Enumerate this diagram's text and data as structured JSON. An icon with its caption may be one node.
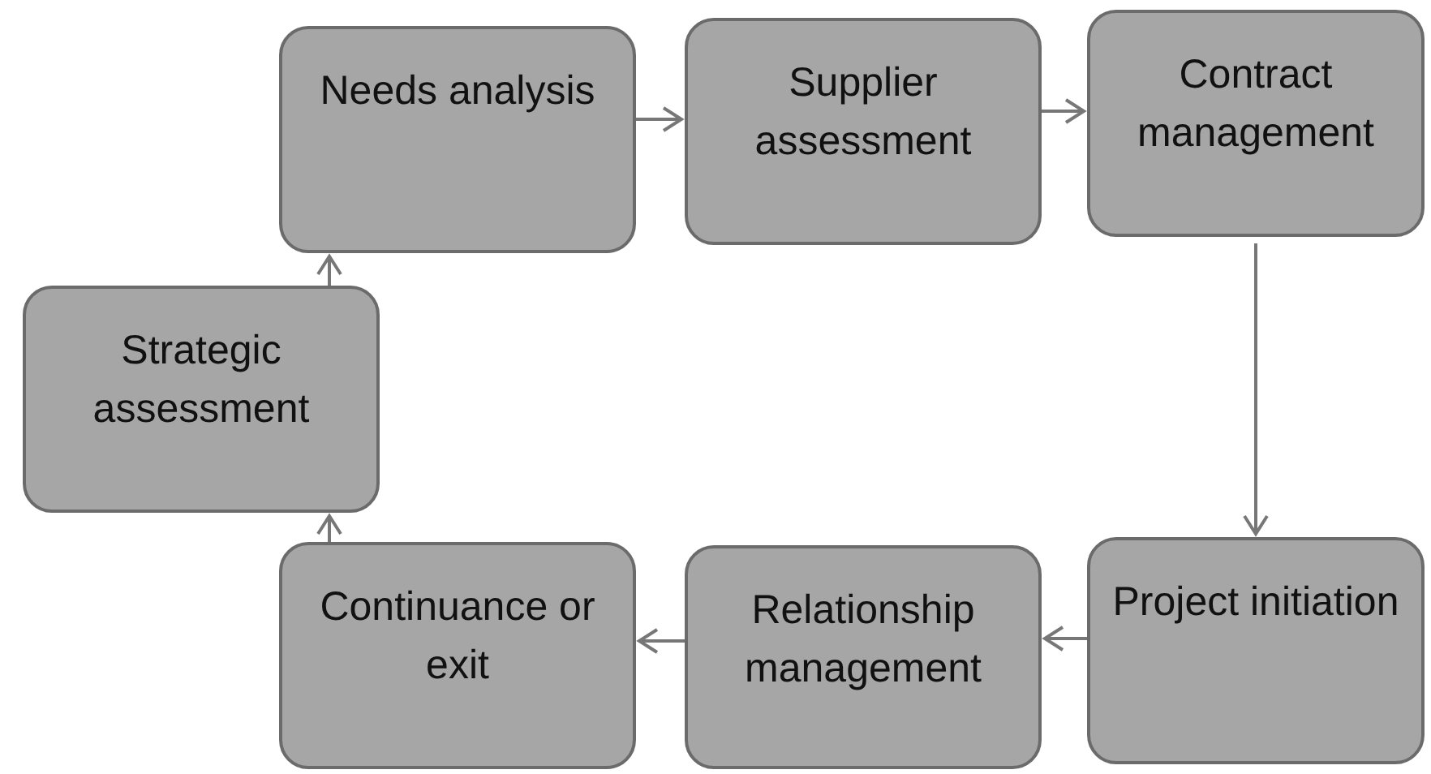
{
  "diagram": {
    "nodes": [
      {
        "text": [
          "Strategic assessment"
        ]
      },
      {
        "text": [
          "Needs analysis"
        ]
      },
      {
        "text": [
          "Supplier assessment"
        ]
      },
      {
        "text": [
          "Contract management"
        ]
      },
      {
        "text": [
          "Project initiation"
        ]
      },
      {
        "text": [
          "Relationship management"
        ]
      },
      {
        "text": [
          "Continuance or exit"
        ]
      }
    ],
    "edges": [
      {
        "from": 0,
        "to": 1,
        "arrow": "to"
      },
      {
        "from": 1,
        "to": 2,
        "arrow": "to"
      },
      {
        "from": 2,
        "to": 3,
        "arrow": "to"
      },
      {
        "from": 3,
        "to": 4,
        "arrow": "to"
      },
      {
        "from": 4,
        "to": 5,
        "arrow": "to"
      },
      {
        "from": 5,
        "to": 6,
        "arrow": "to"
      },
      {
        "from": 6,
        "to": 0,
        "arrow": "to"
      }
    ]
  }
}
